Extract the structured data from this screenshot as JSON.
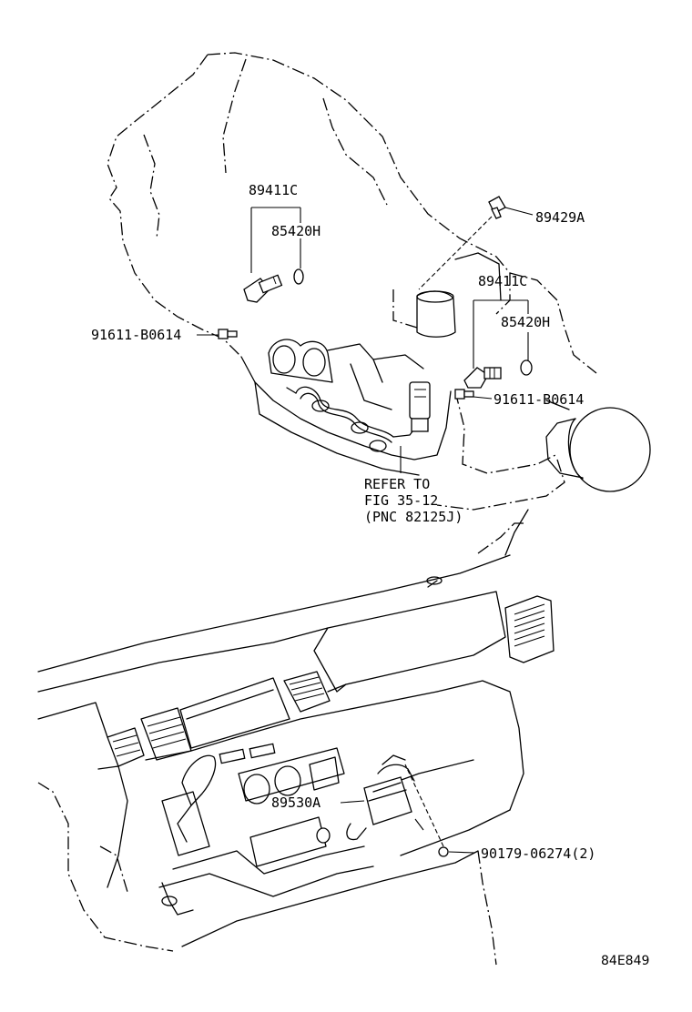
{
  "diagram": {
    "callouts": {
      "c1_part": "89411C",
      "c1_oring": "85420H",
      "c1_bolt": "91611-B0614",
      "switch": "89429A",
      "c2_part": "89411C",
      "c2_oring": "85420H",
      "c2_bolt": "91611-B0614",
      "refer_line1": "REFER TO",
      "refer_line2": "FIG 35-12",
      "refer_line3": "(PNC 82125J)",
      "ecu": "89530A",
      "nut": "90179-06274(2)"
    },
    "figure_code": "84E849"
  }
}
